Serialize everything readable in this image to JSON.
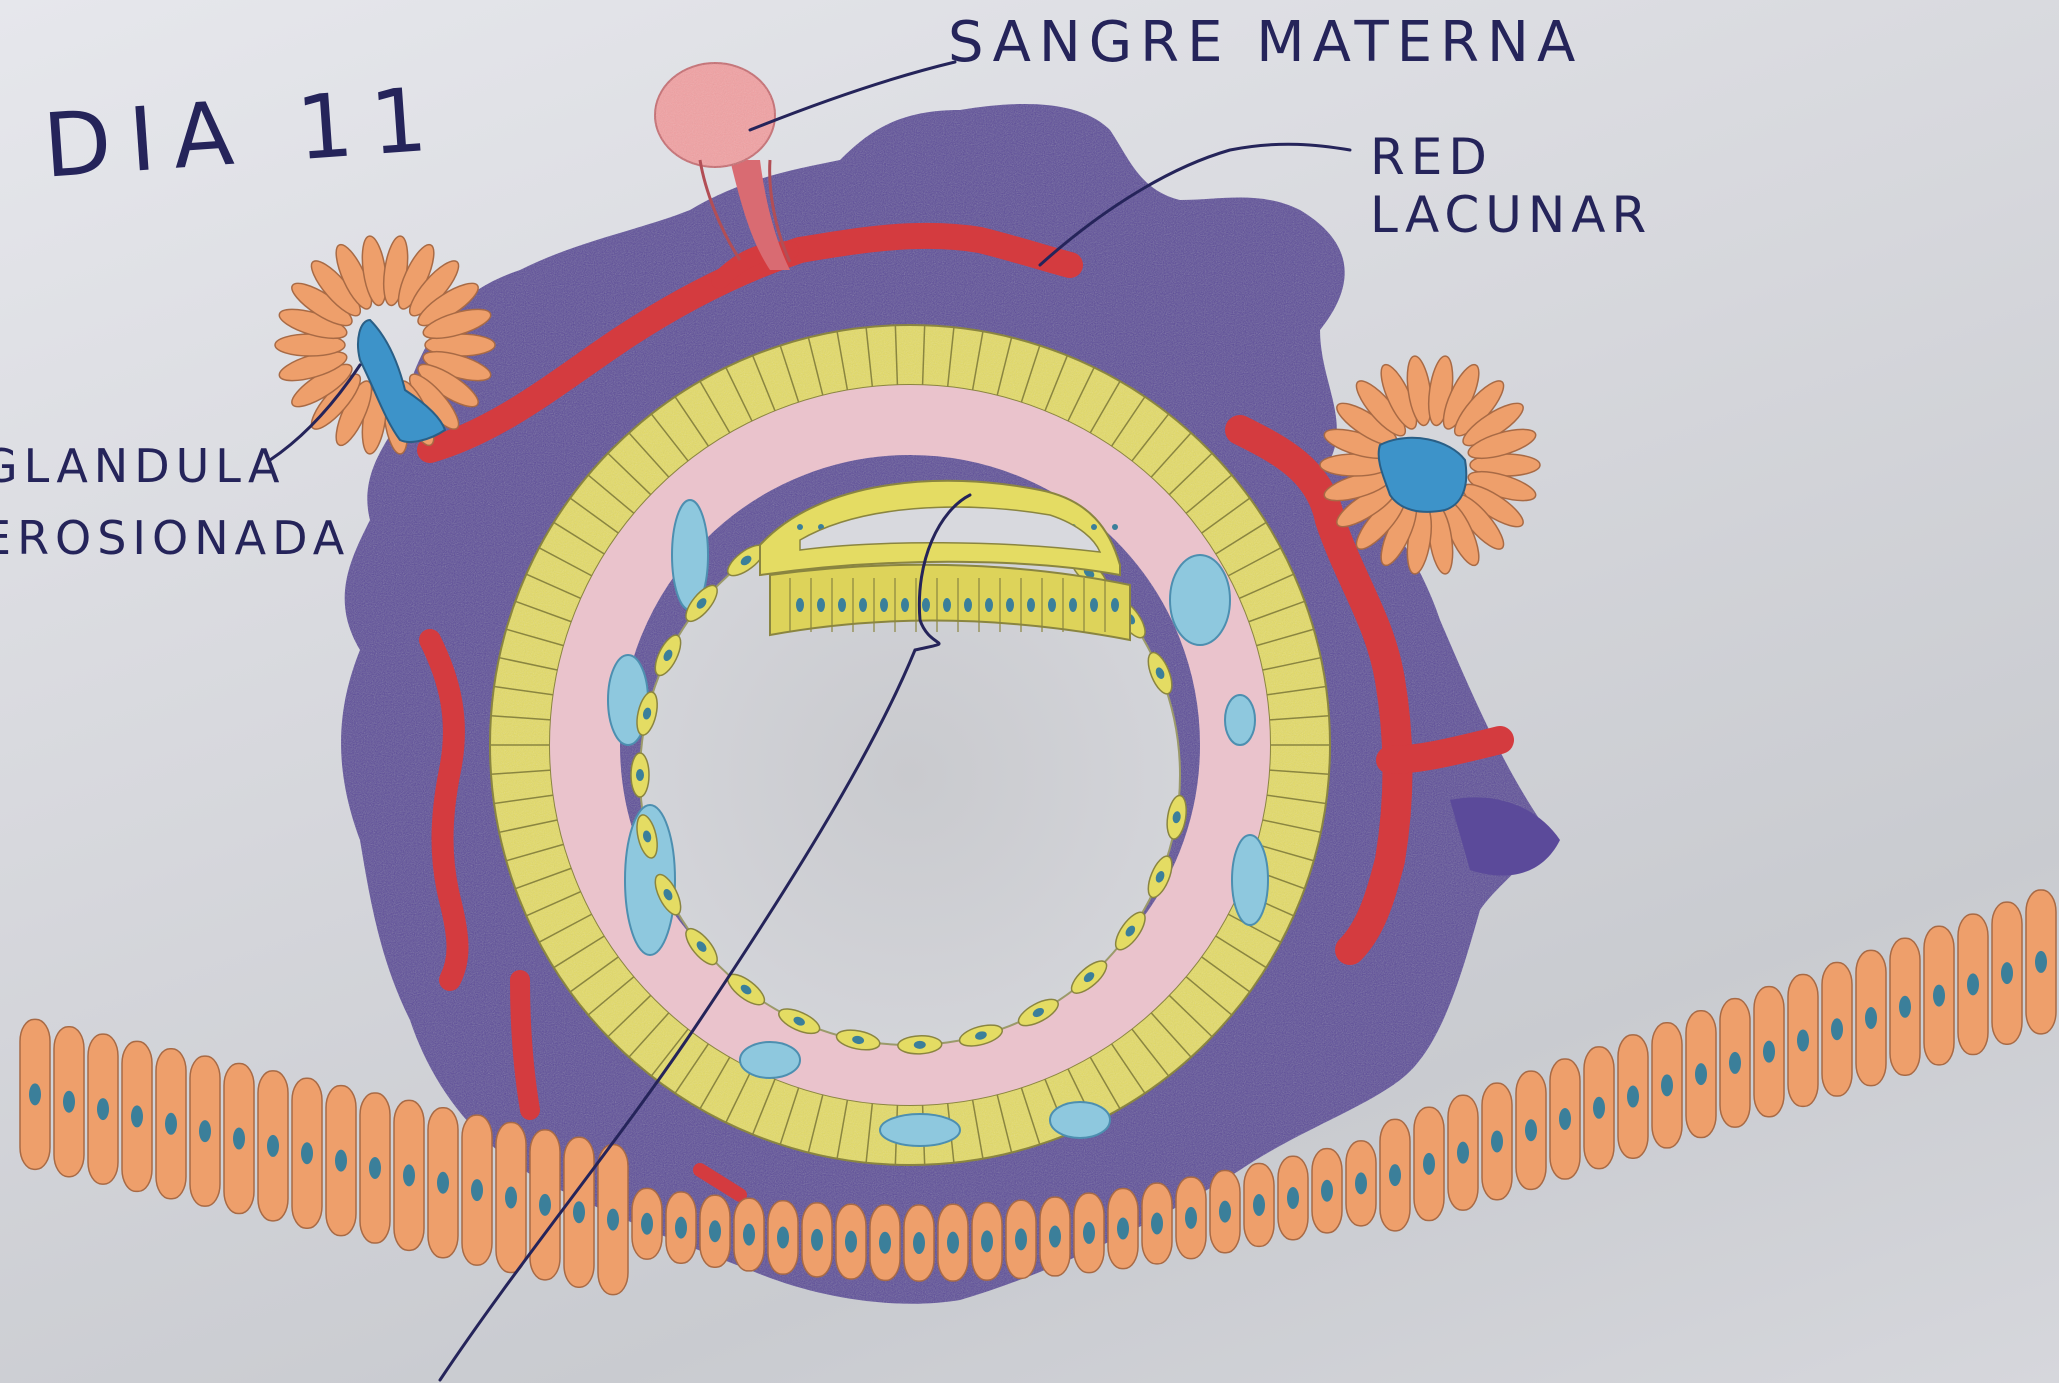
{
  "title": "DIA 11",
  "labels": {
    "sangre_materna": "SANGRE MATERNA",
    "red_lacunar": [
      "RED",
      "LACUNAR"
    ],
    "glandula_erosionada": [
      "GLANDULA",
      "EROSIONADA"
    ]
  },
  "colors": {
    "paper": "#dadbe0",
    "syncytiotrophoblast": "#5b4a9a",
    "lacunar_blood": "#d43b3f",
    "maternal_blood": "#f2a1a3",
    "cytotrophoblast": "#e4dc63",
    "extraembryonic_mesoderm": "#eac3cc",
    "endometrium": "#ee9f6b",
    "gland_lumen": "#3d93c9",
    "nuclei": "#3b7f9a",
    "ink": "#25245a"
  }
}
